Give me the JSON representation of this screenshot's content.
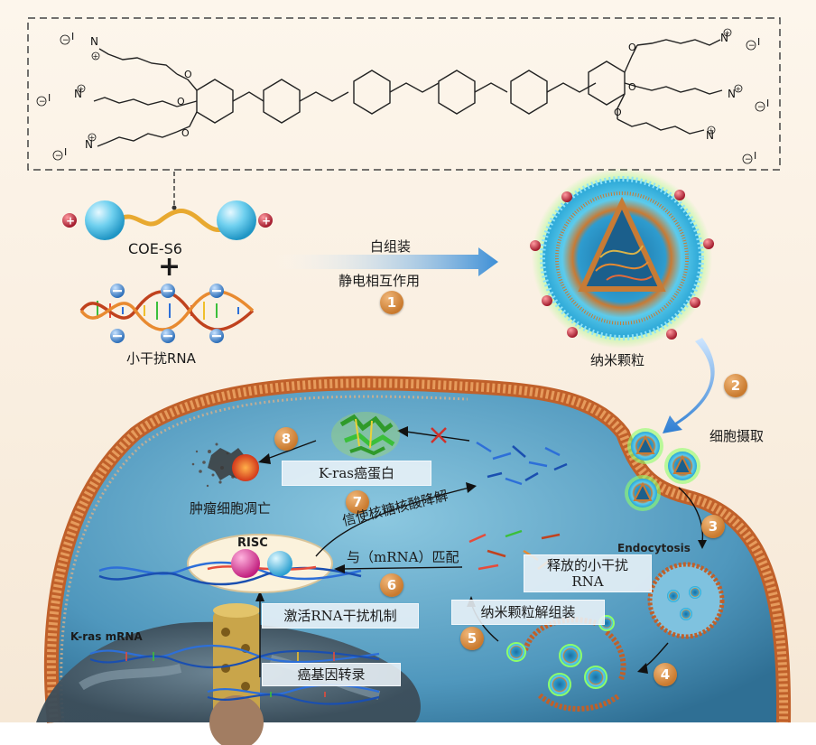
{
  "molecule": {
    "counter_ion": "I",
    "counter_ion_charge": "−",
    "ammonium_label": "N",
    "ammonium_charge": "+",
    "oxygen_label": "O"
  },
  "legend": {
    "polymer_label": "COE-S6",
    "plus_sign": "+",
    "sirna_label": "小干扰RNA"
  },
  "assembly": {
    "label_top": "白组装",
    "label_bottom": "静电相互作用",
    "step": "1",
    "nanoparticle_label": "纳米颗粒"
  },
  "uptake": {
    "step": "2",
    "label": "细胞摄取"
  },
  "cell": {
    "step3": "3",
    "endocytosis_label": "Endocytosis",
    "step4": "4",
    "step5": "5",
    "disassembly_label": "纳米颗粒解组装",
    "released_sirna_label": "释放的小干扰RNA",
    "step6": "6",
    "pairing_label": "与（mRNA）匹配",
    "activation_label": "激活RNA干扰机制",
    "risc_label": "RISC",
    "step7": "7",
    "degradation_label": "信使核糖核酸降解",
    "oncoprotein_label": "K-ras癌蛋白",
    "step8": "8",
    "apoptosis_label": "肿瘤细胞凋亡",
    "kras_mrna_label": "K-ras mRNA",
    "transcription_label": "癌基因转录"
  },
  "colors": {
    "membrane": "#c0602a",
    "cytoplasm": "#6aaecd",
    "step_badge": "#c97a2e",
    "nanoparticle_shell": "#49c3e6",
    "cross": "#d0302a"
  }
}
